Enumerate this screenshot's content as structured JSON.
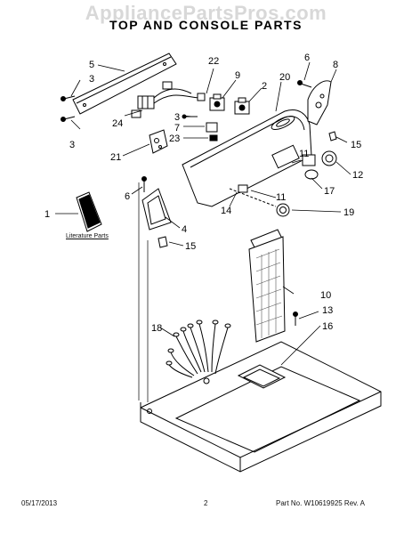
{
  "header": {
    "watermark": "AppliancePartsPros.com",
    "title": "TOP AND CONSOLE PARTS"
  },
  "callouts": [
    "1",
    "2",
    "3",
    "3",
    "3",
    "4",
    "5",
    "6",
    "6",
    "7",
    "8",
    "9",
    "10",
    "11",
    "11",
    "12",
    "13",
    "14",
    "15",
    "15",
    "16",
    "17",
    "18",
    "19",
    "20",
    "21",
    "22",
    "23",
    "24"
  ],
  "literature_label": "Literature Parts",
  "footer": {
    "date": "05/17/2013",
    "page": "2",
    "part_no": "Part No. W10619925  Rev. A"
  }
}
